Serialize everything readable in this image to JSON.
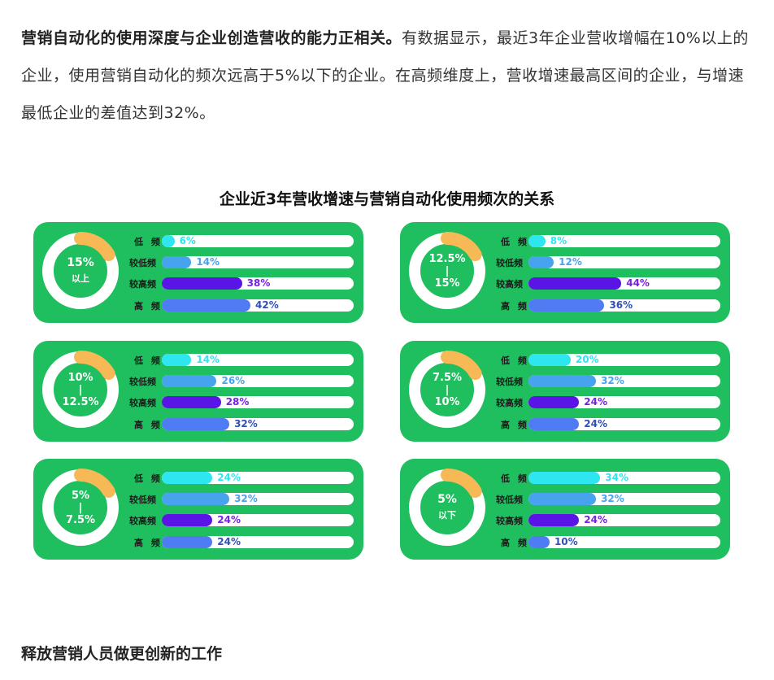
{
  "intro": {
    "bold": "营销自动化的使用深度与企业创造营收的能力正相关。",
    "rest": "有数据显示，最近3年企业营收增幅在10%以上的企业，使用营销自动化的频次远高于5%以下的企业。在高频维度上，营收增速最高区间的企业，与增速最低企业的差值达到32%。"
  },
  "section_heading": "释放营销人员做更创新的工作",
  "colors": {
    "panel": "#1fbe5e",
    "ring": "#ffffff",
    "ring_accent": "#f7b955",
    "bars": [
      "#2ee6f0",
      "#47a3ee",
      "#5b14e6",
      "#4f7cf3"
    ],
    "value_text": [
      "#2ee6f0",
      "#47a3ee",
      "#7a1fe6",
      "#3050b8"
    ]
  },
  "chart_data": {
    "type": "bar",
    "title": "企业近3年营收增速与营销自动化使用频次的关系",
    "categories": [
      "低 频",
      "较低频",
      "较高频",
      "高 频"
    ],
    "value_unit": "%",
    "xlim": [
      0,
      100
    ],
    "series": [
      {
        "label_lines": [
          "15%",
          "以上"
        ],
        "values": [
          6,
          14,
          38,
          42
        ]
      },
      {
        "label_lines": [
          "12.5%",
          "|",
          "15%"
        ],
        "values": [
          8,
          12,
          44,
          36
        ]
      },
      {
        "label_lines": [
          "10%",
          "|",
          "12.5%"
        ],
        "values": [
          14,
          26,
          28,
          32
        ]
      },
      {
        "label_lines": [
          "7.5%",
          "|",
          "10%"
        ],
        "values": [
          20,
          32,
          24,
          24
        ]
      },
      {
        "label_lines": [
          "5%",
          "|",
          "7.5%"
        ],
        "values": [
          24,
          32,
          24,
          24
        ]
      },
      {
        "label_lines": [
          "5%",
          "以下"
        ],
        "values": [
          34,
          32,
          24,
          10
        ]
      }
    ]
  }
}
